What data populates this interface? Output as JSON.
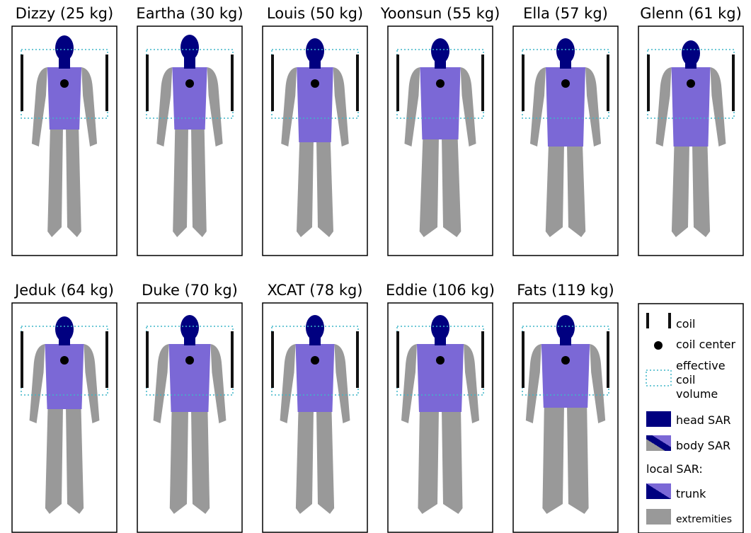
{
  "colors": {
    "head": "#000080",
    "trunk": "#7b68d6",
    "extremities": "#999999",
    "coil": "#111111",
    "coil_center": "#000000",
    "effective_volume": "#3fb5c8"
  },
  "models": [
    {
      "title": "Dizzy (25 kg)",
      "mass_kg": 25
    },
    {
      "title": "Eartha (30 kg)",
      "mass_kg": 30
    },
    {
      "title": "Louis (50 kg)",
      "mass_kg": 50
    },
    {
      "title": "Yoonsun (55 kg)",
      "mass_kg": 55
    },
    {
      "title": "Ella (57 kg)",
      "mass_kg": 57
    },
    {
      "title": "Glenn (61 kg)",
      "mass_kg": 61
    },
    {
      "title": "Jeduk (64 kg)",
      "mass_kg": 64
    },
    {
      "title": "Duke (70 kg)",
      "mass_kg": 70
    },
    {
      "title": "XCAT (78 kg)",
      "mass_kg": 78
    },
    {
      "title": "Eddie (106 kg)",
      "mass_kg": 106
    },
    {
      "title": "Fats (119 kg)",
      "mass_kg": 119
    }
  ],
  "legend": {
    "coil": "coil",
    "coil_center": "coil center",
    "effective_line1": "effective",
    "effective_line2": "coil",
    "effective_line3": "volume",
    "head_sar": "head SAR",
    "body_sar": "body SAR",
    "local_sar": "local SAR:",
    "trunk": "trunk",
    "extremities": "extremities"
  }
}
